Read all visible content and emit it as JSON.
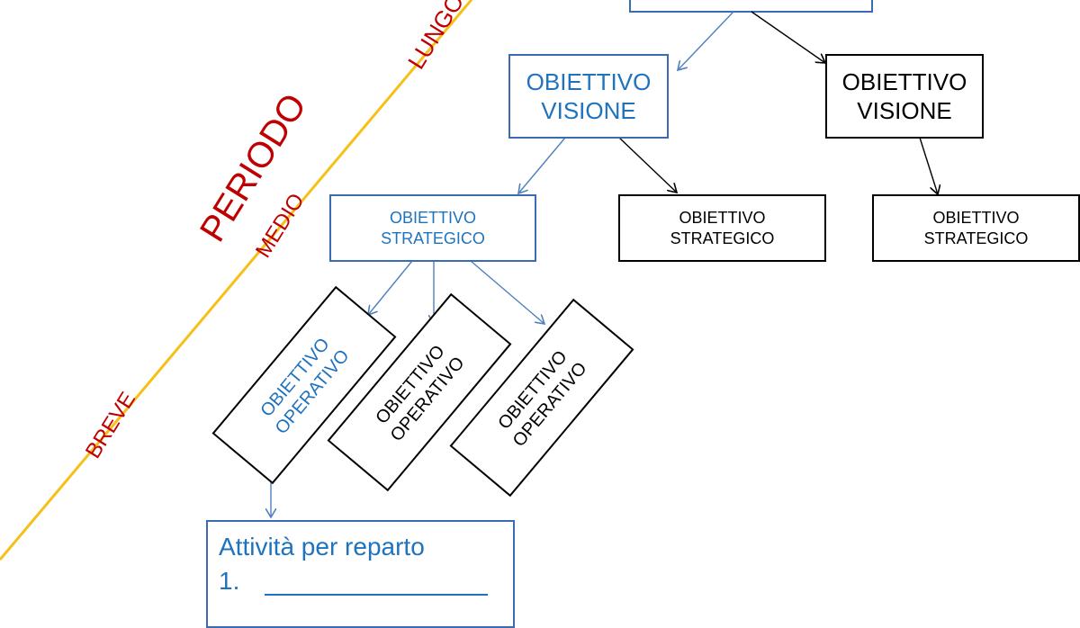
{
  "colors": {
    "accent_blue": "#1f73be",
    "box_blue_border": "#3a6cb6",
    "period_red": "#c00000",
    "timeline_yellow": "#f5c018"
  },
  "labels": {
    "lungo": "LUNGO",
    "periodo": "PERIODO",
    "medio": "MEDIO",
    "breve": "BREVE"
  },
  "vision_blue": {
    "line1": "OBIETTIVO",
    "line2": "VISIONE"
  },
  "vision_black": {
    "line1": "OBIETTIVO",
    "line2": "VISIONE"
  },
  "strat_blue": {
    "line1": "OBIETTIVO",
    "line2": "STRATEGICO"
  },
  "strat_black_1": {
    "line1": "OBIETTIVO",
    "line2": "STRATEGICO"
  },
  "strat_black_2": {
    "line1": "OBIETTIVO",
    "line2": "STRATEGICO"
  },
  "oper_blue": {
    "line1": "OBIETTIVO",
    "line2": "OPERATIVO"
  },
  "oper_black_1": {
    "line1": "OBIETTIVO",
    "line2": "OPERATIVO"
  },
  "oper_black_2": {
    "line1": "OBIETTIVO",
    "line2": "OPERATIVO"
  },
  "activity": {
    "title": "Attività per reparto",
    "item1": "1."
  }
}
